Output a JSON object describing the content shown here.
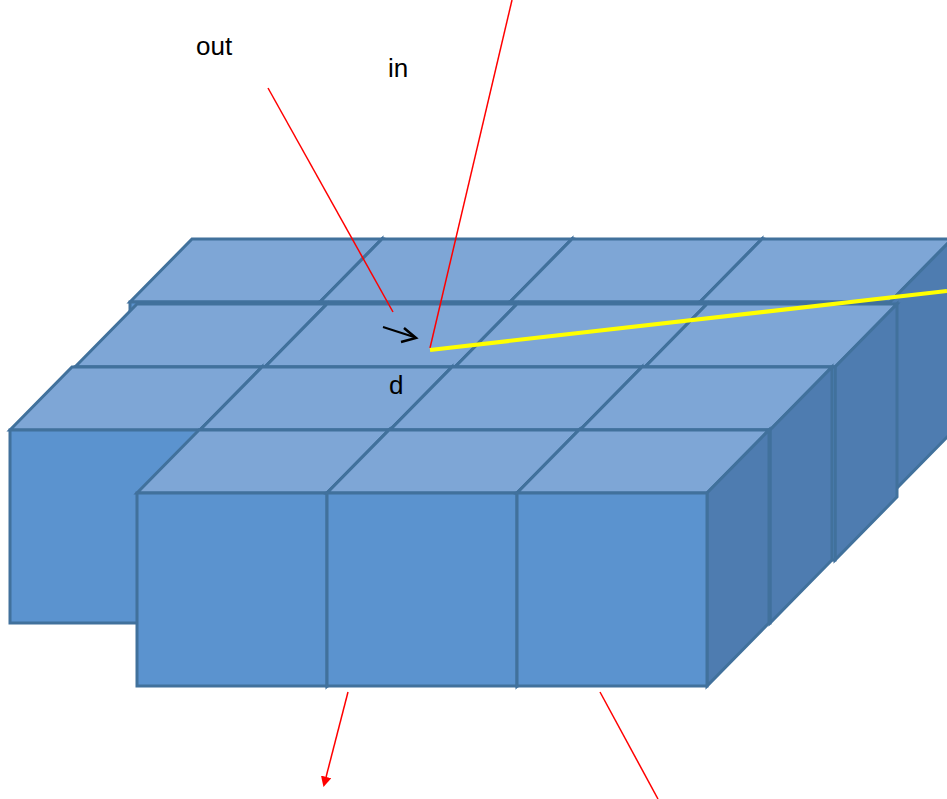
{
  "diagram": {
    "labels": [
      "out",
      "in",
      "d"
    ]
  }
}
